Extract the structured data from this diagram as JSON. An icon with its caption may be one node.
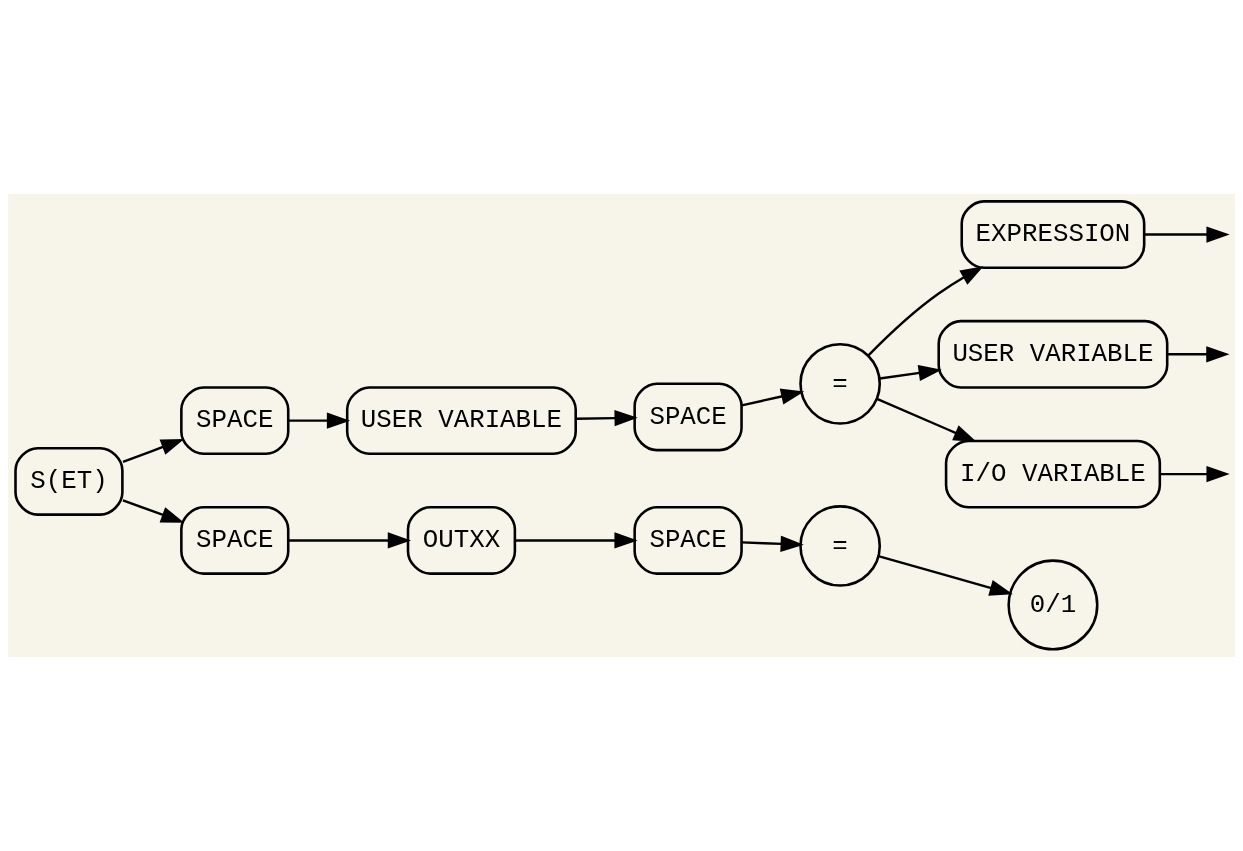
{
  "diagram": {
    "nodes": [
      {
        "text": [
          "S(ET)"
        ]
      },
      {
        "text": [
          "SPACE"
        ]
      },
      {
        "text": [
          "USER VARIABLE"
        ]
      },
      {
        "text": [
          "SPACE"
        ]
      },
      {
        "text": [
          "="
        ]
      },
      {
        "text": [
          "EXPRESSION"
        ]
      },
      {
        "text": [
          "USER VARIABLE"
        ]
      },
      {
        "text": [
          "I/O VARIABLE"
        ]
      },
      {
        "text": [
          "SPACE"
        ]
      },
      {
        "text": [
          "OUTXX"
        ]
      },
      {
        "text": [
          "SPACE"
        ]
      },
      {
        "text": [
          "="
        ]
      },
      {
        "text": [
          "0/1"
        ]
      }
    ],
    "edges": [
      {
        "from": 0,
        "to": 1,
        "arrow": "to"
      },
      {
        "from": 1,
        "to": 2,
        "arrow": "to"
      },
      {
        "from": 2,
        "to": 3,
        "arrow": "to"
      },
      {
        "from": 3,
        "to": 4,
        "arrow": "to"
      },
      {
        "from": 4,
        "to": 5,
        "arrow": "to"
      },
      {
        "from": 4,
        "to": 6,
        "arrow": "to"
      },
      {
        "from": 4,
        "to": 7,
        "arrow": "to"
      },
      {
        "from": 5,
        "to": null,
        "arrow": "to"
      },
      {
        "from": 6,
        "to": null,
        "arrow": "to"
      },
      {
        "from": 7,
        "to": null,
        "arrow": "to"
      },
      {
        "from": 0,
        "to": 8,
        "arrow": "to"
      },
      {
        "from": 8,
        "to": 9,
        "arrow": "to"
      },
      {
        "from": 9,
        "to": 10,
        "arrow": "to"
      },
      {
        "from": 10,
        "to": 11,
        "arrow": "to"
      },
      {
        "from": 11,
        "to": 12,
        "arrow": "to"
      }
    ]
  }
}
